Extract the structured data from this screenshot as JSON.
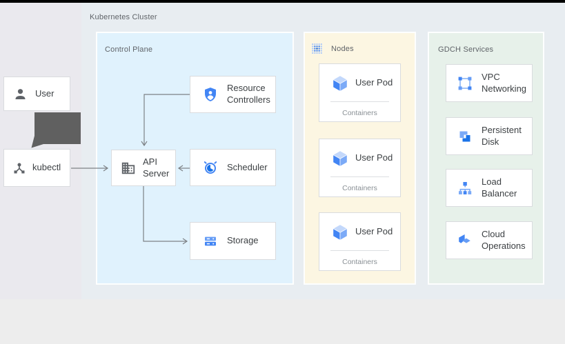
{
  "diagram": {
    "cluster_label": "Kubernetes Cluster",
    "user_label": "User",
    "kubectl_label": "kubectl",
    "control_plane": {
      "label": "Control Plane",
      "resource_controllers": "Resource Controllers",
      "api_server": "API Server",
      "scheduler": "Scheduler",
      "storage": "Storage"
    },
    "nodes": {
      "label": "Nodes",
      "pods": [
        {
          "label": "User Pod",
          "sublabel": "Containers"
        },
        {
          "label": "User Pod",
          "sublabel": "Containers"
        },
        {
          "label": "User Pod",
          "sublabel": "Containers"
        }
      ]
    },
    "gdch": {
      "label": "GDCH Services",
      "services": [
        "VPC Networking",
        "Persistent Disk",
        "Load Balancer",
        "Cloud Operations"
      ]
    },
    "colors": {
      "control_plane_bg": "#e0f2fd",
      "nodes_bg": "#fcf6e2",
      "gdch_bg": "#e7f1ea",
      "accent_blue": "#4285f4",
      "dark_blue": "#1a73e8",
      "light_blue": "#7baaf7",
      "icon_gray": "#5f6368",
      "arrow_gray": "#7d8185",
      "thick_arrow_gray": "#606060"
    }
  }
}
